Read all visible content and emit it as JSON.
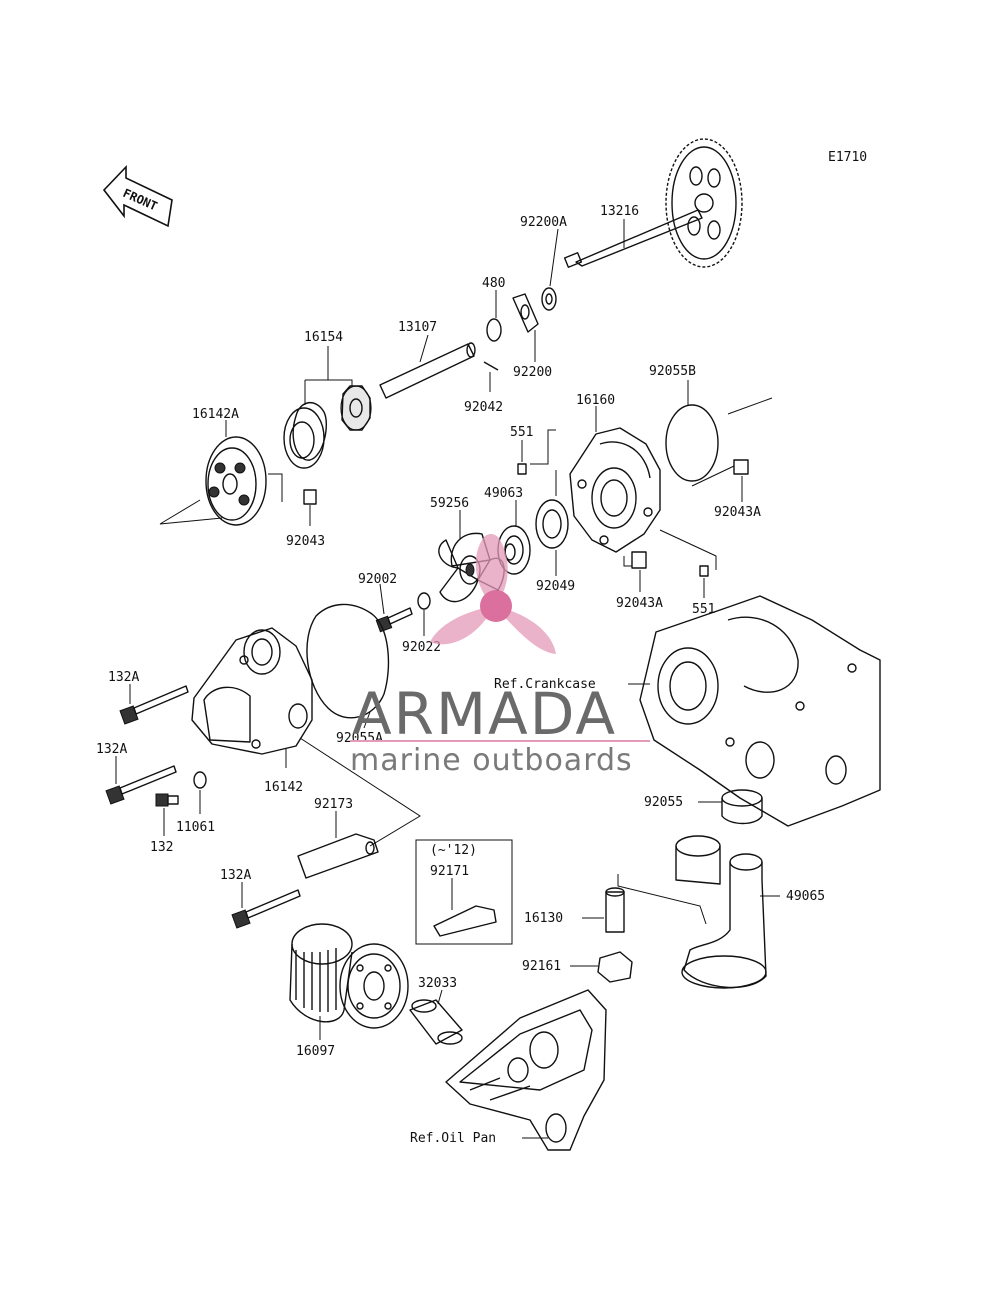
{
  "diagram_id": "E1710",
  "front_label": "FRONT",
  "parts": {
    "p13216": "13216",
    "p92200A": "92200A",
    "p480": "480",
    "p13107": "13107",
    "p16154": "16154",
    "p92200": "92200",
    "p92042": "92042",
    "p92055B": "92055B",
    "p16160": "16160",
    "p16142A": "16142A",
    "p551a": "551",
    "p49063": "49063",
    "p59256": "59256",
    "p92043": "92043",
    "p92043A_a": "92043A",
    "p92049": "92049",
    "p92002": "92002",
    "p92022": "92022",
    "p92043A_b": "92043A",
    "p551b": "551",
    "p132A_a": "132A",
    "p132A_b": "132A",
    "p92055A": "92055A",
    "p16142": "16142",
    "p92055": "92055",
    "p11061": "11061",
    "p132": "132",
    "p92173": "92173",
    "p132A_c": "132A",
    "p92171": "92171",
    "p16130": "16130",
    "p49065": "49065",
    "p92161": "92161",
    "p32033": "32033",
    "p16097": "16097"
  },
  "note_year": "(~'12)",
  "refs": {
    "crankcase": "Ref.Crankcase",
    "oilpan": "Ref.Oil Pan"
  },
  "watermark": {
    "title": "ARMADA",
    "subtitle": "marine outboards",
    "accent": "#e49ab8"
  }
}
